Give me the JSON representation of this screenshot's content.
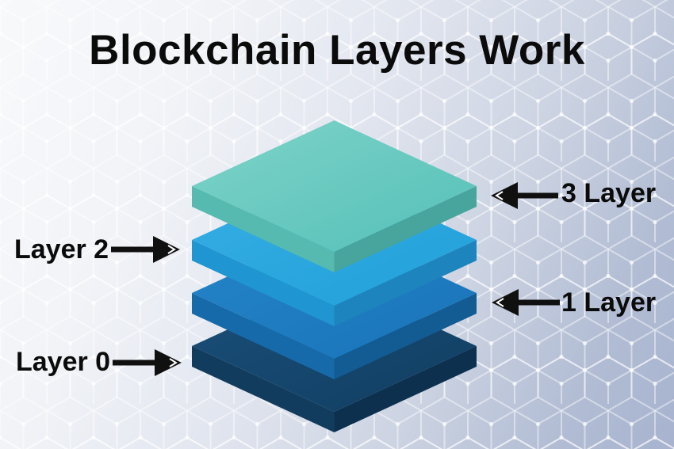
{
  "title": "Blockchain Layers Work",
  "colors": {
    "background_top_left": "#f8f9fb",
    "background_bottom_right": "#a7b3cf",
    "pattern_line": "#ffffff",
    "text": "#0b0b0b",
    "arrow": "#101010"
  },
  "layers": [
    {
      "id": "layer-3",
      "label": "3 Layer",
      "label_side": "right",
      "colors": {
        "top_light": "#7ed3c9",
        "top_dark": "#55c0b8",
        "left_face": "#56bab0",
        "right_face": "#47a59d"
      }
    },
    {
      "id": "layer-2",
      "label": "Layer 2",
      "label_side": "left",
      "colors": {
        "top_light": "#36aee3",
        "top_dark": "#22a0da",
        "left_face": "#1f95d1",
        "right_face": "#1d84bd"
      }
    },
    {
      "id": "layer-1",
      "label": "1 Layer",
      "label_side": "right",
      "colors": {
        "top_light": "#2484c7",
        "top_dark": "#1a74ba",
        "left_face": "#176aa9",
        "right_face": "#135c93"
      }
    },
    {
      "id": "layer-0",
      "label": "Layer 0",
      "label_side": "left",
      "colors": {
        "top_light": "#1a4f79",
        "top_dark": "#113e62",
        "left_face": "#123c5e",
        "right_face": "#0d304f"
      }
    }
  ]
}
